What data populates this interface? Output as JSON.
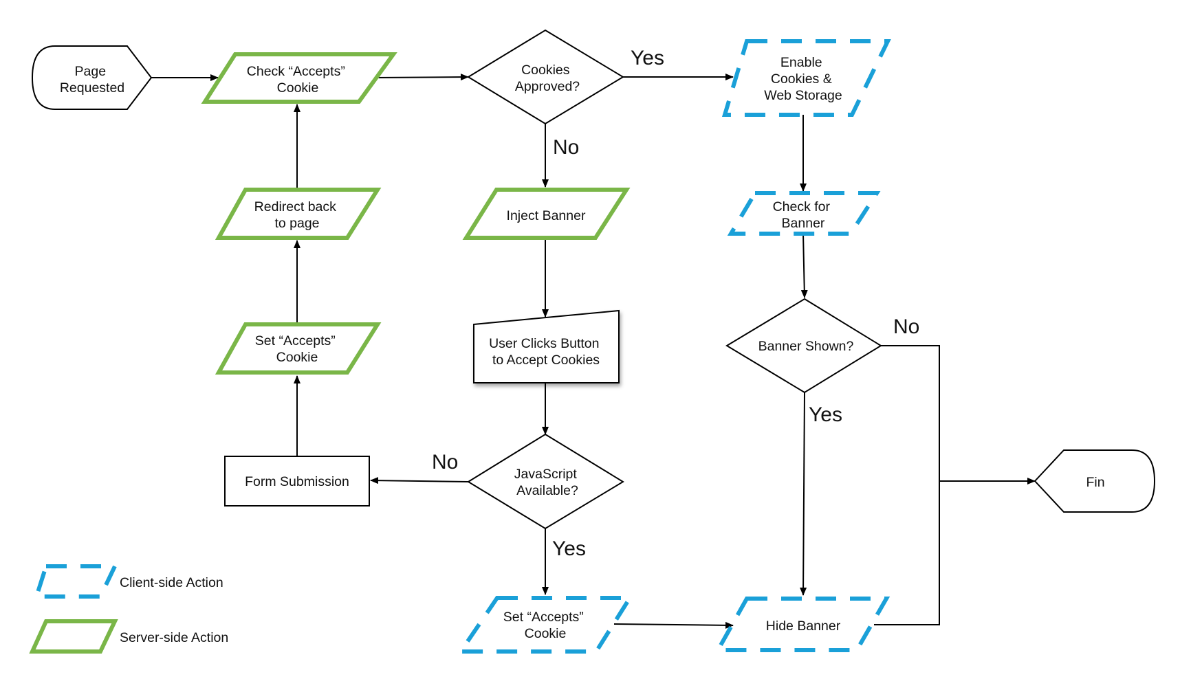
{
  "colors": {
    "server": "#7ab648",
    "client": "#1aa0d8",
    "line": "#000000"
  },
  "nodes": {
    "page_requested": [
      "Page",
      "Requested"
    ],
    "check_accepts": [
      "Check “Accepts”",
      "Cookie"
    ],
    "cookies_approved": [
      "Cookies",
      "Approved?"
    ],
    "enable_cookies": [
      "Enable",
      "Cookies &",
      "Web Storage"
    ],
    "redirect_back": [
      "Redirect back",
      "to page"
    ],
    "inject_banner": [
      "Inject Banner"
    ],
    "check_banner": [
      "Check for",
      "Banner"
    ],
    "user_clicks": [
      "User Clicks Button",
      "to Accept Cookies"
    ],
    "banner_shown": [
      "Banner Shown?"
    ],
    "set_accepts_server": [
      "Set “Accepts”",
      "Cookie"
    ],
    "form_submission": [
      "Form Submission"
    ],
    "js_available": [
      "JavaScript",
      "Available?"
    ],
    "fin": [
      "Fin"
    ],
    "set_accepts_client": [
      "Set “Accepts”",
      "Cookie"
    ],
    "hide_banner": [
      "Hide Banner"
    ]
  },
  "edge_labels": {
    "approved_yes": "Yes",
    "approved_no": "No",
    "js_no": "No",
    "js_yes": "Yes",
    "banner_no": "No",
    "banner_yes": "Yes"
  },
  "legend": {
    "client": "Client-side Action",
    "server": "Server-side Action"
  }
}
